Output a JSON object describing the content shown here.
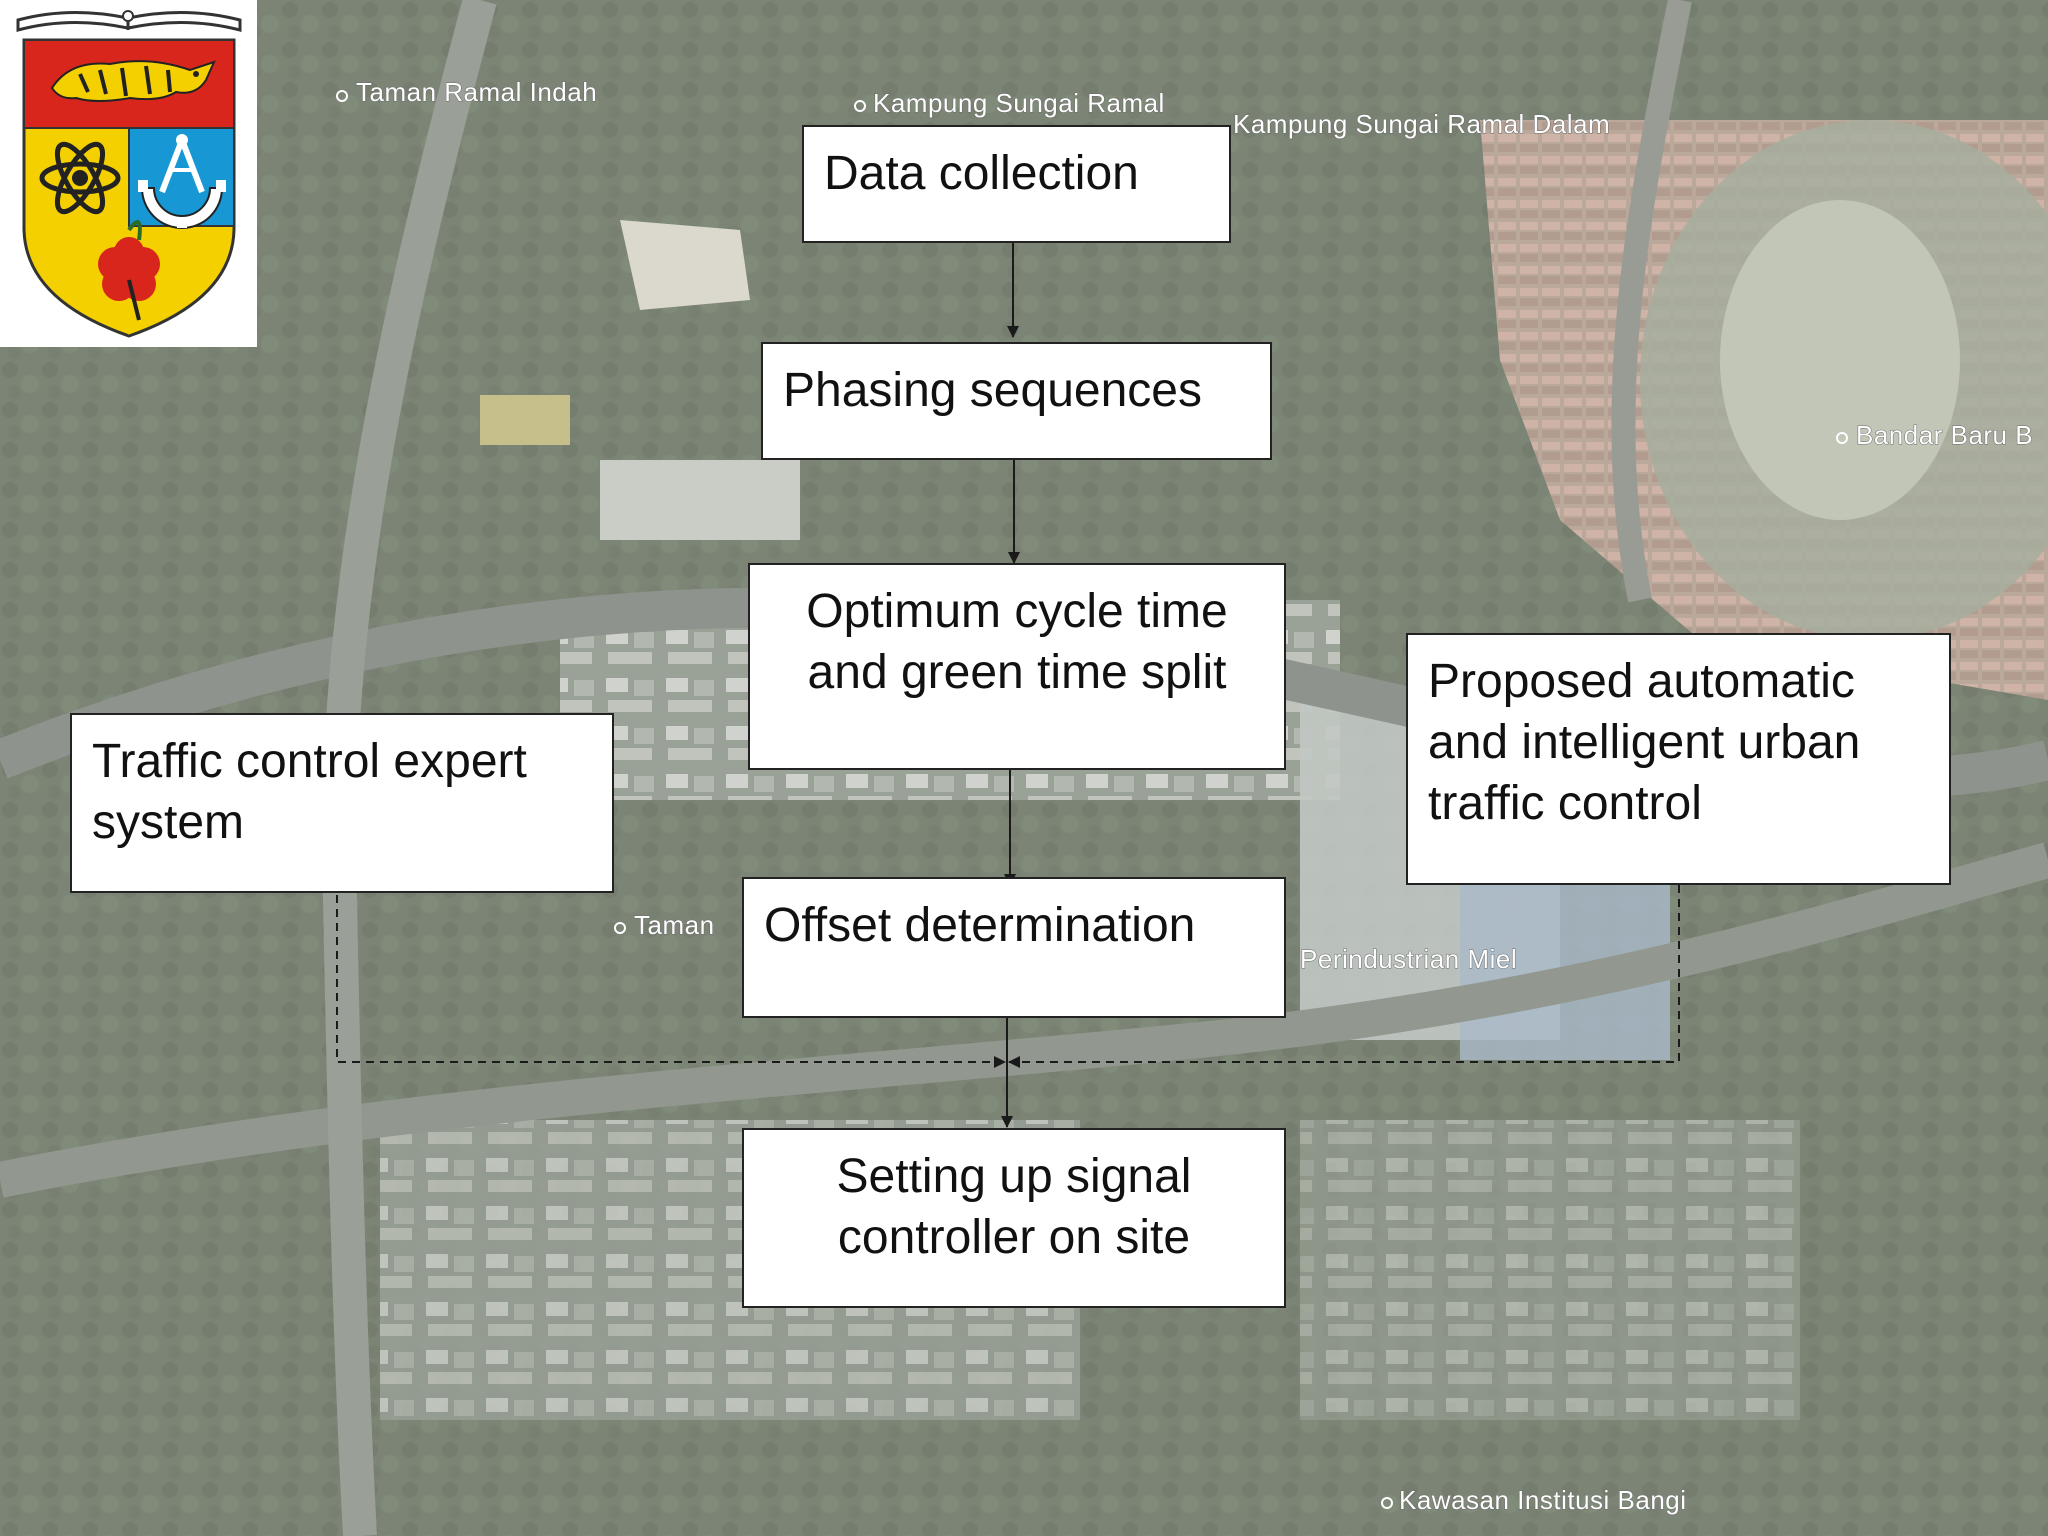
{
  "background": {
    "map_labels": [
      "Taman Ramal Indah",
      "Kampung Sungai Ramal",
      "Kampung Sungai Ramal Dalam",
      "Bandar Baru B",
      "Taman",
      "Perindustrian Miel",
      "Kawasan Institusi Bangi"
    ]
  },
  "flowchart": {
    "nodes": {
      "data_collection": "Data collection",
      "phasing_sequences": "Phasing sequences",
      "optimum_cycle": "Optimum cycle time\nand green time split",
      "offset_determination": "Offset determination",
      "signal_controller": "Setting up signal\ncontroller on site",
      "expert_system": "Traffic control expert\nsystem",
      "proposed_control": "Proposed automatic\nand intelligent urban\ntraffic control"
    },
    "edges": [
      {
        "from": "data_collection",
        "to": "phasing_sequences",
        "style": "solid"
      },
      {
        "from": "phasing_sequences",
        "to": "optimum_cycle",
        "style": "solid"
      },
      {
        "from": "optimum_cycle",
        "to": "offset_determination",
        "style": "solid"
      },
      {
        "from": "offset_determination",
        "to": "signal_controller",
        "style": "solid"
      },
      {
        "from": "expert_system",
        "to": "signal_controller",
        "style": "dashed"
      },
      {
        "from": "proposed_control",
        "to": "signal_controller",
        "style": "dashed"
      }
    ]
  },
  "logo": {
    "icons": [
      "book-icon",
      "tiger-icon",
      "atom-icon",
      "compass-gear-icon",
      "hibiscus-flower-icon"
    ]
  },
  "colors": {
    "box_fill": "#ffffff",
    "box_border": "#222222",
    "arrow": "#1a1a1a",
    "logo_red": "#d8261c",
    "logo_yellow": "#f4d000",
    "logo_blue": "#1797d3"
  }
}
